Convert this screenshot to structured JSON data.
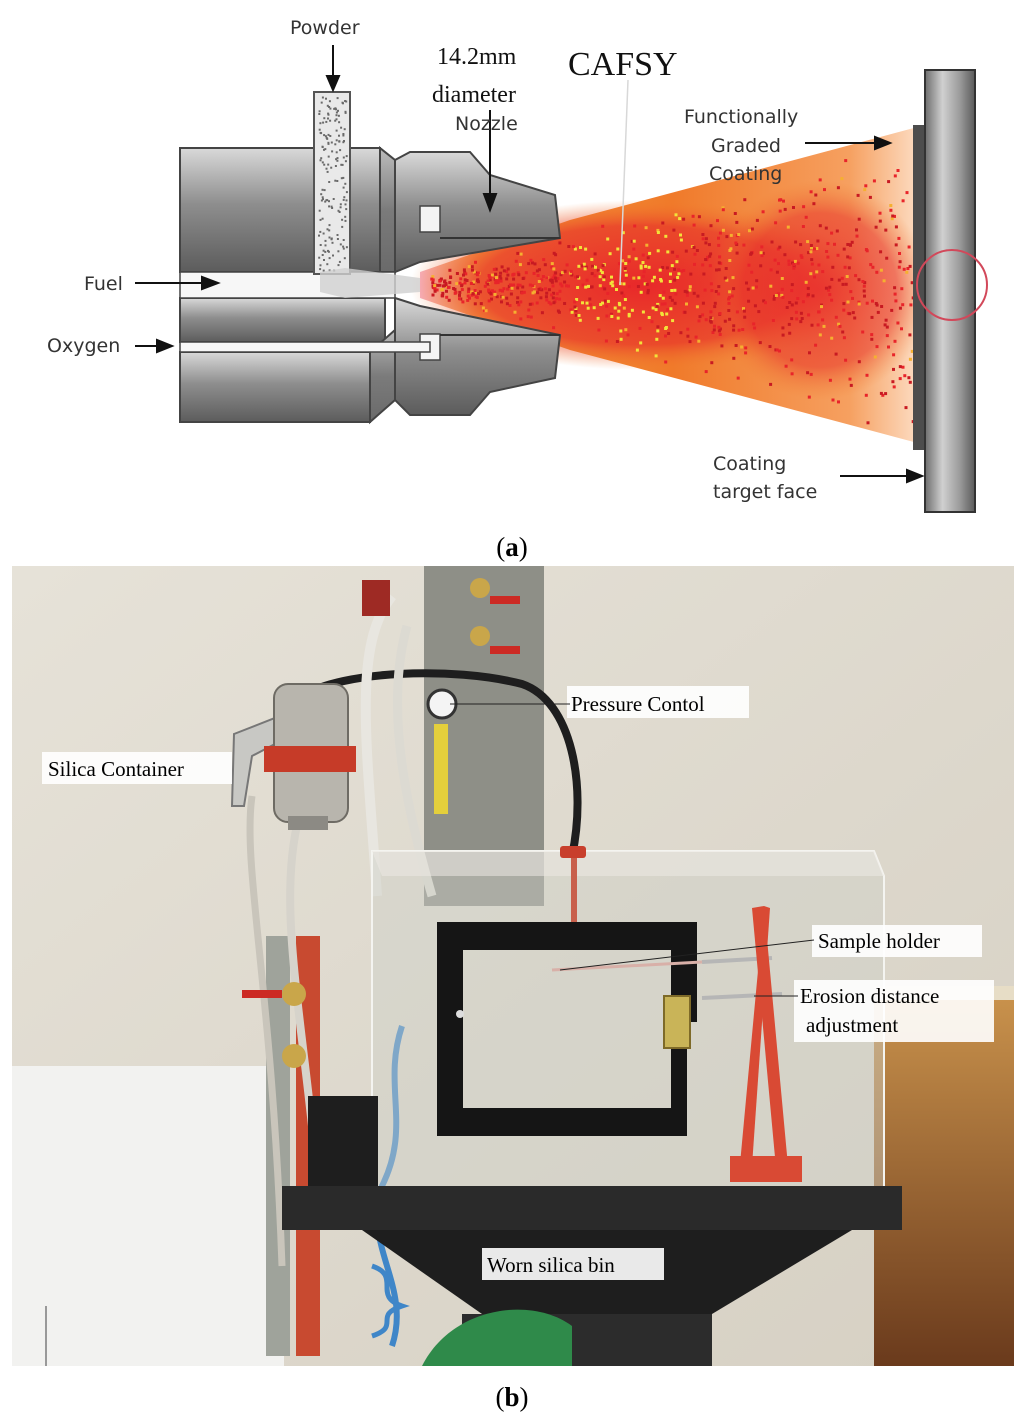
{
  "figure_a": {
    "caption_letter": "a",
    "labels": {
      "powder": "Powder",
      "diameter_line1": "14.2mm",
      "diameter_line2": "diameter",
      "nozzle": "Nozzle",
      "cafsy": "CAFSY",
      "fgc_line1": "Functionally",
      "fgc_line2": "Graded",
      "fgc_line3": "Coating",
      "fuel": "Fuel",
      "oxygen": "Oxygen",
      "target_line1": "Coating",
      "target_line2": "target face"
    }
  },
  "figure_b": {
    "caption_letter": "b",
    "labels": {
      "pressure": "Pressure Contol",
      "silica_container": "Silica Container",
      "sample_holder": "Sample holder",
      "erosion_line1": "Erosion distance",
      "erosion_line2": "adjustment",
      "worn_bin": "Worn silica bin"
    }
  },
  "colors": {
    "flame_outer": "#f07a2a",
    "flame_core": "#e8242a",
    "particles_yellow": "#f2e23a",
    "wall": "#e2ddd2",
    "frame_red": "#d94a34",
    "steel": "#8a8a8a"
  }
}
